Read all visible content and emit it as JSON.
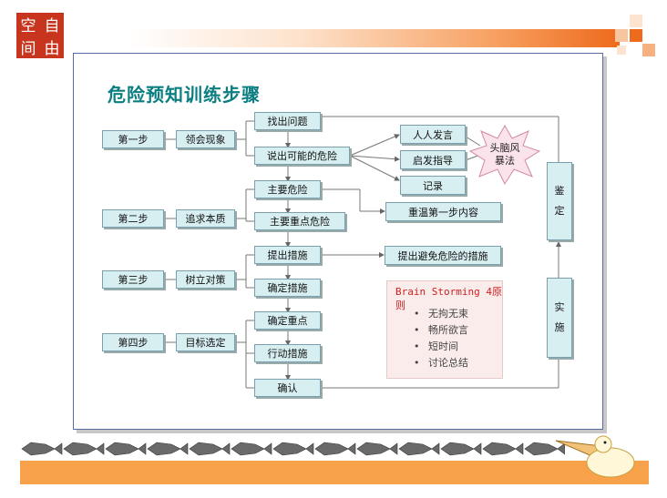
{
  "logo": {
    "chars": [
      "空",
      "自",
      "间",
      "由"
    ]
  },
  "title": "危险预知训练步骤",
  "steps": [
    {
      "step": "第一步",
      "action": "领会现象"
    },
    {
      "step": "第二步",
      "action": "追求本质"
    },
    {
      "step": "第三步",
      "action": "树立对策"
    },
    {
      "step": "第四步",
      "action": "目标选定"
    }
  ],
  "middle": [
    "找出问题",
    "说出可能的危险",
    "主要危险",
    "主要重点危险",
    "提出措施",
    "确定措施",
    "确定重点",
    "行动措施",
    "确认"
  ],
  "right": {
    "speak": "人人发言",
    "guide": "启发指导",
    "record": "记录",
    "burst": [
      "头脑风",
      "暴法"
    ],
    "review": "重温第一步内容",
    "avoid": "提出避免危险的措施",
    "identify": [
      "鉴",
      "定"
    ],
    "implement": [
      "实",
      "施"
    ]
  },
  "note": {
    "title": "Brain Storming 4原则",
    "rules": [
      "无拘无束",
      "畅所欲言",
      "短时间",
      "讨论总结"
    ]
  },
  "colors": {
    "box_fill": "#d8eff2",
    "title": "#0a7e80",
    "note_title": "#d02020",
    "accent": "#ee6a1c"
  }
}
